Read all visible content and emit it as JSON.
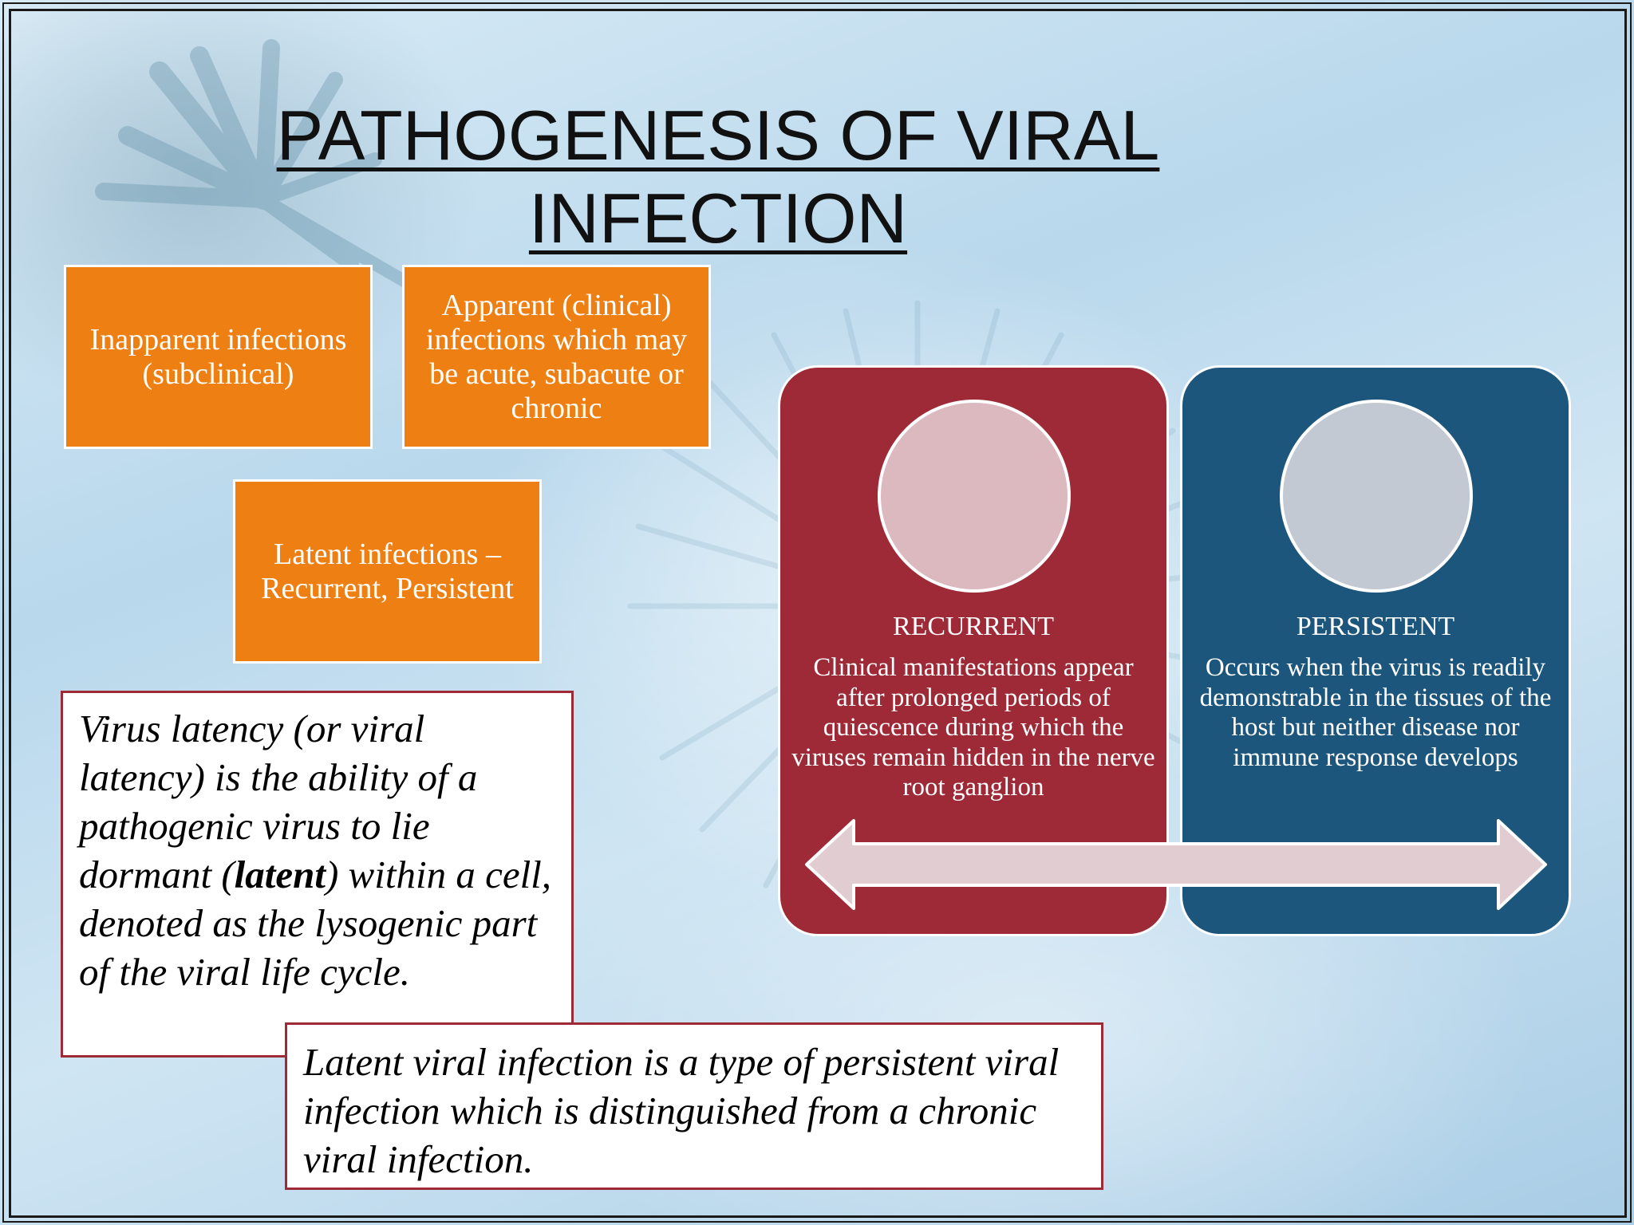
{
  "slide": {
    "title_line1": "PATHOGENESIS OF VIRAL",
    "title_line2": "INFECTION",
    "colors": {
      "orange": "#ee7f12",
      "recurrent_red": "#9e2a37",
      "persistent_blue": "#1d567d",
      "arrow_pink": "#e0ccd1",
      "definition_border": "#9e2a37"
    }
  },
  "infection_types": {
    "inapparent": "Inapparent infections (subclinical)",
    "apparent": "Apparent (clinical) infections which may be acute, subacute or chronic",
    "latent": "Latent infections – Recurrent, Persistent"
  },
  "latent_types": {
    "recurrent": {
      "heading": "RECURRENT",
      "description": "Clinical manifestations appear after prolonged periods of quiescence during which the viruses remain hidden in the nerve root ganglion"
    },
    "persistent": {
      "heading": "PERSISTENT",
      "description": "Occurs when the virus is readily demonstrable in the tissues of the host but neither disease nor immune response develops"
    }
  },
  "definitions": {
    "latency_part1": "Virus latency (or viral latency) is the ability of a pathogenic virus to lie dormant (",
    "latency_emphasis": "latent",
    "latency_part2": ") within a cell, denoted as the lysogenic part of the viral life cycle.",
    "latent_infection": "Latent viral infection is a type of persistent viral infection which is distinguished from a chronic viral infection."
  }
}
